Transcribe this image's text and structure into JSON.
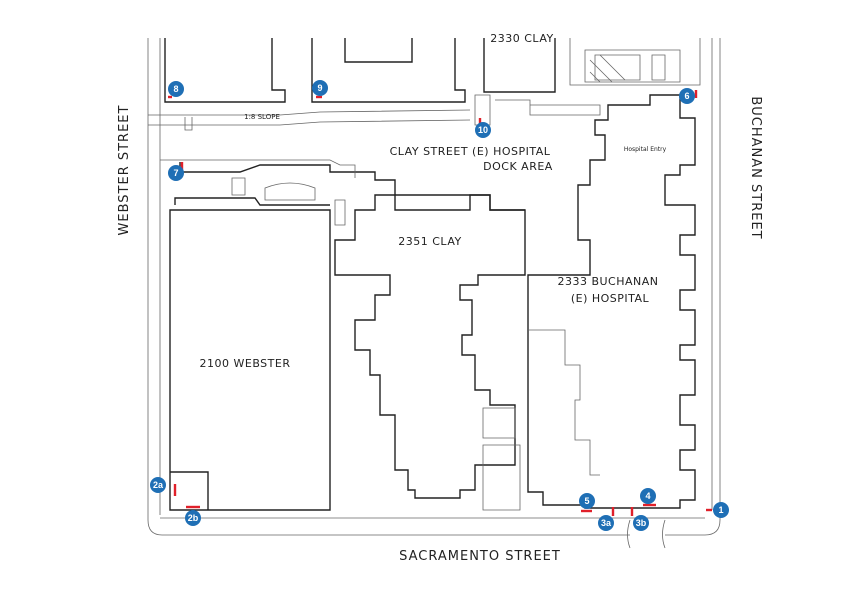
{
  "streets": {
    "webster": "WEBSTER STREET",
    "buchanan": "BUCHANAN STREET",
    "sacramento": "SACRAMENTO STREET"
  },
  "buildings": {
    "b2330_clay": "2330 CLAY",
    "dock_line1": "CLAY STREET (E) HOSPITAL",
    "dock_line2": "DOCK AREA",
    "b2351_clay": "2351 CLAY",
    "b2333_line1": "2333 BUCHANAN",
    "b2333_line2": "(E) HOSPITAL",
    "b2100_webster": "2100 WEBSTER",
    "slope": "1:8 SLOPE",
    "hospital_entry": "Hospital Entry"
  },
  "markers": [
    "1",
    "2a",
    "2b",
    "3a",
    "3b",
    "4",
    "5",
    "6",
    "7",
    "8",
    "9",
    "10"
  ],
  "colors": {
    "marker": "#1f6fb5",
    "door": "#e0202a",
    "lines": "#222222"
  }
}
